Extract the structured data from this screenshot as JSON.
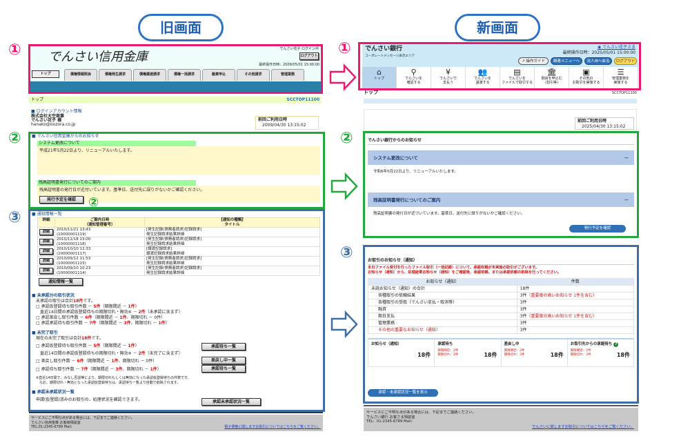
{
  "comparison": {
    "old_label": "旧画面",
    "new_label": "新画面",
    "markers": [
      "①",
      "②",
      "③"
    ]
  },
  "old": {
    "header": {
      "bank_name": "でんさい信用金庫",
      "user": "でんさい花子 ログイン中",
      "logout": "ログアウト",
      "last_op": "最終操作日時：2009/05/01 15:00:00"
    },
    "tabs": [
      "トップ",
      "債権情報照会",
      "債権発生請求",
      "債権譲渡請求",
      "債権一括請求",
      "融資申込",
      "その他請求",
      "管理業務"
    ],
    "breadcrumb": "トップ",
    "screen_id": "SCCTOP11100",
    "account": {
      "heading": "ログインアカウント情報",
      "company": "株式会社大空商事",
      "user": "でんさい花子 様",
      "email": "hanako@oozora.co.jp",
      "last_login_label": "前回ご利用日時",
      "last_login": "2009/04/30 13:15:02"
    },
    "notices": {
      "heading": "でんさい信用金庫からのお知らせ",
      "items": [
        {
          "title": "システム更改について",
          "body": "平成21年5月22日より、リニューアルいたします。"
        },
        {
          "title": "残高証明書発行についてのご案内",
          "body": "残高証明書の発行日が近付いています。基準日、送付先に誤りがないかご確認ください。"
        }
      ],
      "button": "発行予定を確認"
    },
    "notifications": {
      "heading": "通知情報一覧",
      "columns": [
        "詳細",
        "ご案内日時\n（通知管理番号）",
        "【通知の種類】\nタイトル"
      ],
      "detail_label": "詳細",
      "rows": [
        {
          "date": "2010/11/21 13:43",
          "id": "(10000001119)",
          "type": "[発生記録(債務者請求)記録請求]",
          "title": "発生記録請求結果詳細"
        },
        {
          "date": "2010/11/18 13:00",
          "id": "(10000001118)",
          "type": "[発生記録(債務者請求)記録請求]",
          "title": "発生記録請求結果詳細"
        },
        {
          "date": "2010/10/10 12:33",
          "id": "(10000001117)",
          "type": "[譲渡記録請求]",
          "title": "譲渡記録請求結果詳細"
        },
        {
          "date": "2010/09/12 11:53",
          "id": "(10000001115)",
          "type": "[発生記録(債務者請求)記録請求]",
          "title": "発生記録請求結果詳細"
        },
        {
          "date": "2010/09/10 10:23",
          "id": "(10000001114)",
          "type": "[発生記録(債務者請求)記録請求]",
          "title": "発生記録請求結果詳細"
        }
      ],
      "list_button": "通知情報一覧"
    },
    "unapproved": {
      "heading": "未承認分の取引状況",
      "lines": [
        [
          [
            "未承認の取引は合計",
            0
          ],
          [
            "18件",
            1
          ],
          [
            "です。",
            0
          ]
        ],
        [
          [
            "□ 承認仮登録待ち取引件数 － ",
            0
          ],
          [
            "5件",
            1
          ],
          [
            "（期限間近 － ",
            0
          ],
          [
            "1件",
            1
          ],
          [
            "）",
            0
          ]
        ],
        [
          [
            "　直近14日間の承認仮登録待ちの期限切れ・無効※ － ",
            0
          ],
          [
            "2件",
            1
          ],
          [
            "（未承認に含まず）",
            0
          ]
        ],
        [
          [
            "□ 承認差戻し取引件数 － ",
            0
          ],
          [
            "6件",
            1
          ],
          [
            "（期限間近 － ",
            0
          ],
          [
            "1件",
            1
          ],
          [
            "、期限切れ － 0件）",
            0
          ]
        ],
        [
          [
            "□ 承認承認待ち取引件数 － ",
            0
          ],
          [
            "7件",
            1
          ],
          [
            "（期限間近 － ",
            0
          ],
          [
            "3件",
            1
          ],
          [
            "、期限切れ － ",
            0
          ],
          [
            "1件",
            1
          ],
          [
            "）",
            0
          ]
        ]
      ]
    },
    "incomplete": {
      "heading": "未完了取引",
      "lines": [
        [
          [
            "現在の未完了取引は合計",
            0
          ],
          [
            "18件",
            1
          ],
          [
            "です。",
            0
          ]
        ],
        [
          [
            "□ 承認仮登録待ち取引件数 － ",
            0
          ],
          [
            "5件",
            1
          ],
          [
            "（期限間近 － ",
            0
          ],
          [
            "1件",
            1
          ],
          [
            "）",
            0
          ]
        ],
        [
          [
            "　直近14日間の承認仮登録待ちの期限切れ・無効※ － ",
            0
          ],
          [
            "2件",
            1
          ],
          [
            "（未完了に含まず）",
            0
          ]
        ],
        [
          [
            "□ 差戻し取引件数 － ",
            0
          ],
          [
            "6件",
            1
          ],
          [
            "（期限間近 － ",
            0
          ],
          [
            "1件",
            1
          ],
          [
            "、期限切れ － 0件）",
            0
          ]
        ],
        [
          [
            "□ 承認待ち取引件数 － ",
            0
          ],
          [
            "7件",
            1
          ],
          [
            "（期限間近 － ",
            0
          ],
          [
            "3件",
            1
          ],
          [
            "、期限切れ － ",
            0
          ],
          [
            "1件",
            1
          ],
          [
            "）",
            0
          ]
        ]
      ],
      "buttons": [
        "承認待ち一覧",
        "差戻し中一覧",
        "承認待ち一覧"
      ],
      "note": "※直近14日間で、みなし否認等により、期限切れもしくは無効になった承認仮登録待ちの件数です。\n　なお、期限切れ・無効となった承認仮登録待ちは、承認待ち一覧より自動で削除されます。"
    },
    "status_list": {
      "heading": "承認未承認状況一覧",
      "text": "申請(仮登録)済みのお取引の、処理状況を確認できます。",
      "button": "承認未承認状況一覧"
    },
    "footer": {
      "text": "サービスにご不明な点がある場合には、下記までご連絡ください。\nでんさい信用金庫 お客様相談室\nTEL:01-2345-6789 Mail:",
      "link": "電子債権に関しますお取引についてはこちらをご覧ください。"
    }
  },
  "new": {
    "header": {
      "bank_name": "でんさい銀行",
      "sub": "コーポレートメッセージ表示エリア",
      "user": "でんさい花子さま",
      "last_op": "最終操作日時：2025/05/01 15:00:00",
      "guide": "操作ガイド",
      "related": "関連メニューへ",
      "back": "法人IBへ戻る",
      "logout": "ログアウト"
    },
    "nav": [
      {
        "label": "トップ",
        "icon": "home-icon"
      },
      {
        "label": "でんさいを\n確認する",
        "icon": "search-icon"
      },
      {
        "label": "でんさいで\n支払う",
        "icon": "payment-icon"
      },
      {
        "label": "でんさいを\n譲渡する",
        "icon": "users-icon"
      },
      {
        "label": "でんさいを\nファイルで取引する",
        "icon": "file-icon"
      },
      {
        "label": "融資を申込む\n(割引等)",
        "icon": "bank-icon"
      },
      {
        "label": "その他の\nお取引を実施する",
        "icon": "document-icon"
      },
      {
        "label": "管理業務を\n実施する",
        "icon": "admin-icon"
      }
    ],
    "breadcrumb": "トップ",
    "screen_id": "SCCTOP11100",
    "last_login_label": "前回ご利用日時",
    "last_login": "2025/04/30 13:15:02",
    "notices": {
      "heading": "でんさい銀行からのお知らせ",
      "items": [
        {
          "title": "システム更改について",
          "body": "令和6年5月22日より、リニューアルいたします。"
        },
        {
          "title": "残高証明書発行についてのご案内",
          "body": "残高証明書の発行日が近づいています。基準日、送付先に誤りがないかご確認ください。"
        }
      ],
      "button": "発行予定を確認",
      "collapse": "－"
    },
    "transactions": {
      "heading": "お取引のお知らせ（通知）",
      "alert": "本日ファイル受付を行ったファイル取引（一括記録）について、承認依頼が未実施の取引がございます。\nお知らせ（通知）から、処理結果お知らせ（通知）をご確認後、承認依頼、または承認依頼の削除を行ってください。",
      "columns": [
        "お知らせ（通知）",
        "件数"
      ],
      "rows": [
        {
          "label": "未読お知らせ（通知）の合計",
          "count": "18件",
          "note": "",
          "indent": false,
          "red": false
        },
        {
          "label": "各種取引の依頼結果",
          "count": "3件",
          "note": "（重要度の高いお知らせ 1件を含む）",
          "indent": true,
          "red": false
        },
        {
          "label": "各種取引の受取（でんさい支払・取消等）",
          "count": "3件",
          "note": "",
          "indent": true,
          "red": false
        },
        {
          "label": "融資",
          "count": "3件",
          "note": "",
          "indent": true,
          "red": false
        },
        {
          "label": "期日支払",
          "count": "3件",
          "note": "（重要度の高いお知らせ 1件を含む）",
          "indent": true,
          "red": false
        },
        {
          "label": "管理業務",
          "count": "3件",
          "note": "",
          "indent": true,
          "red": false
        },
        {
          "label": "その他の重要なお知らせ（通知）",
          "count": "3件",
          "note": "",
          "indent": true,
          "red": true
        }
      ],
      "cards": [
        {
          "title": "お知らせ（通知）",
          "near": "",
          "expired": "",
          "count": "18件"
        },
        {
          "title": "承認待ち",
          "near": "期限間近：2件",
          "expired": "期限切れ：3件",
          "count": "18件"
        },
        {
          "title": "差戻し中",
          "near": "期限間近：2件",
          "expired": "期限切れ：3件",
          "count": "18件"
        },
        {
          "title": "お取引先からの承諾待ち",
          "near": "期限間近：2件",
          "expired": "期限切れ：3件",
          "count": "18件",
          "help": "?"
        }
      ],
      "button": "承認・未承認状況一覧を表示"
    },
    "footer": {
      "text": "サービスにご不明な点がある場合には、下記までご連絡ください。\nでんさい銀行 お客さま相談室\nTEL：01-2345-6789 Mail：",
      "link": "でんさいに関しますお取引についてはこちらをご覧ください。"
    }
  },
  "colors": {
    "pink": "#e8196e",
    "green": "#21a83b",
    "blue": "#3d6fa6",
    "old_bar": "#2a7fa8",
    "new_header": "#cde9f8"
  }
}
